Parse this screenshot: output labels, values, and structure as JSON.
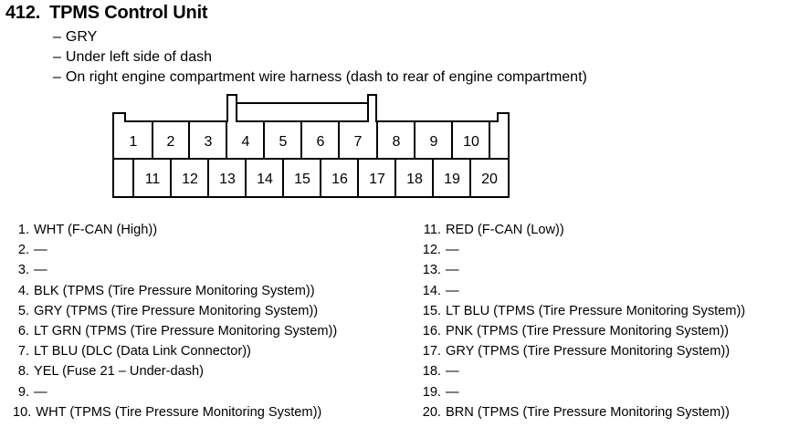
{
  "header": {
    "number": "412.",
    "title": "TPMS Control Unit"
  },
  "notes": [
    "GRY",
    "Under left side of dash",
    "On right engine compartment wire harness (dash to rear of engine compartment)"
  ],
  "note_dash": "–",
  "connector": {
    "top_row": [
      "1",
      "2",
      "3",
      "4",
      "5",
      "6",
      "7",
      "8",
      "9",
      "10"
    ],
    "bottom_row": [
      "11",
      "12",
      "13",
      "14",
      "15",
      "16",
      "17",
      "18",
      "19",
      "20"
    ]
  },
  "pins_left": [
    {
      "num": "1.",
      "desc": "WHT (F-CAN (High))"
    },
    {
      "num": "2.",
      "desc": "—"
    },
    {
      "num": "3.",
      "desc": "—"
    },
    {
      "num": "4.",
      "desc": "BLK (TPMS (Tire Pressure Monitoring System))"
    },
    {
      "num": "5.",
      "desc": "GRY (TPMS (Tire Pressure Monitoring System))"
    },
    {
      "num": "6.",
      "desc": "LT GRN (TPMS (Tire Pressure Monitoring System))"
    },
    {
      "num": "7.",
      "desc": "LT BLU (DLC (Data Link Connector))"
    },
    {
      "num": "8.",
      "desc": "YEL (Fuse 21 – Under-dash)"
    },
    {
      "num": "9.",
      "desc": "—"
    },
    {
      "num": "10.",
      "desc": "WHT (TPMS (Tire Pressure Monitoring System))"
    }
  ],
  "pins_right": [
    {
      "num": "11.",
      "desc": "RED (F-CAN (Low))"
    },
    {
      "num": "12.",
      "desc": "—"
    },
    {
      "num": "13.",
      "desc": "—"
    },
    {
      "num": "14.",
      "desc": "—"
    },
    {
      "num": "15.",
      "desc": "LT BLU (TPMS (Tire Pressure Monitoring System))"
    },
    {
      "num": "16.",
      "desc": "PNK (TPMS (Tire Pressure Monitoring System))"
    },
    {
      "num": "17.",
      "desc": "GRY (TPMS (Tire Pressure Monitoring System))"
    },
    {
      "num": "18.",
      "desc": "—"
    },
    {
      "num": "19.",
      "desc": "—"
    },
    {
      "num": "20.",
      "desc": "BRN (TPMS (Tire Pressure Monitoring System))"
    }
  ]
}
